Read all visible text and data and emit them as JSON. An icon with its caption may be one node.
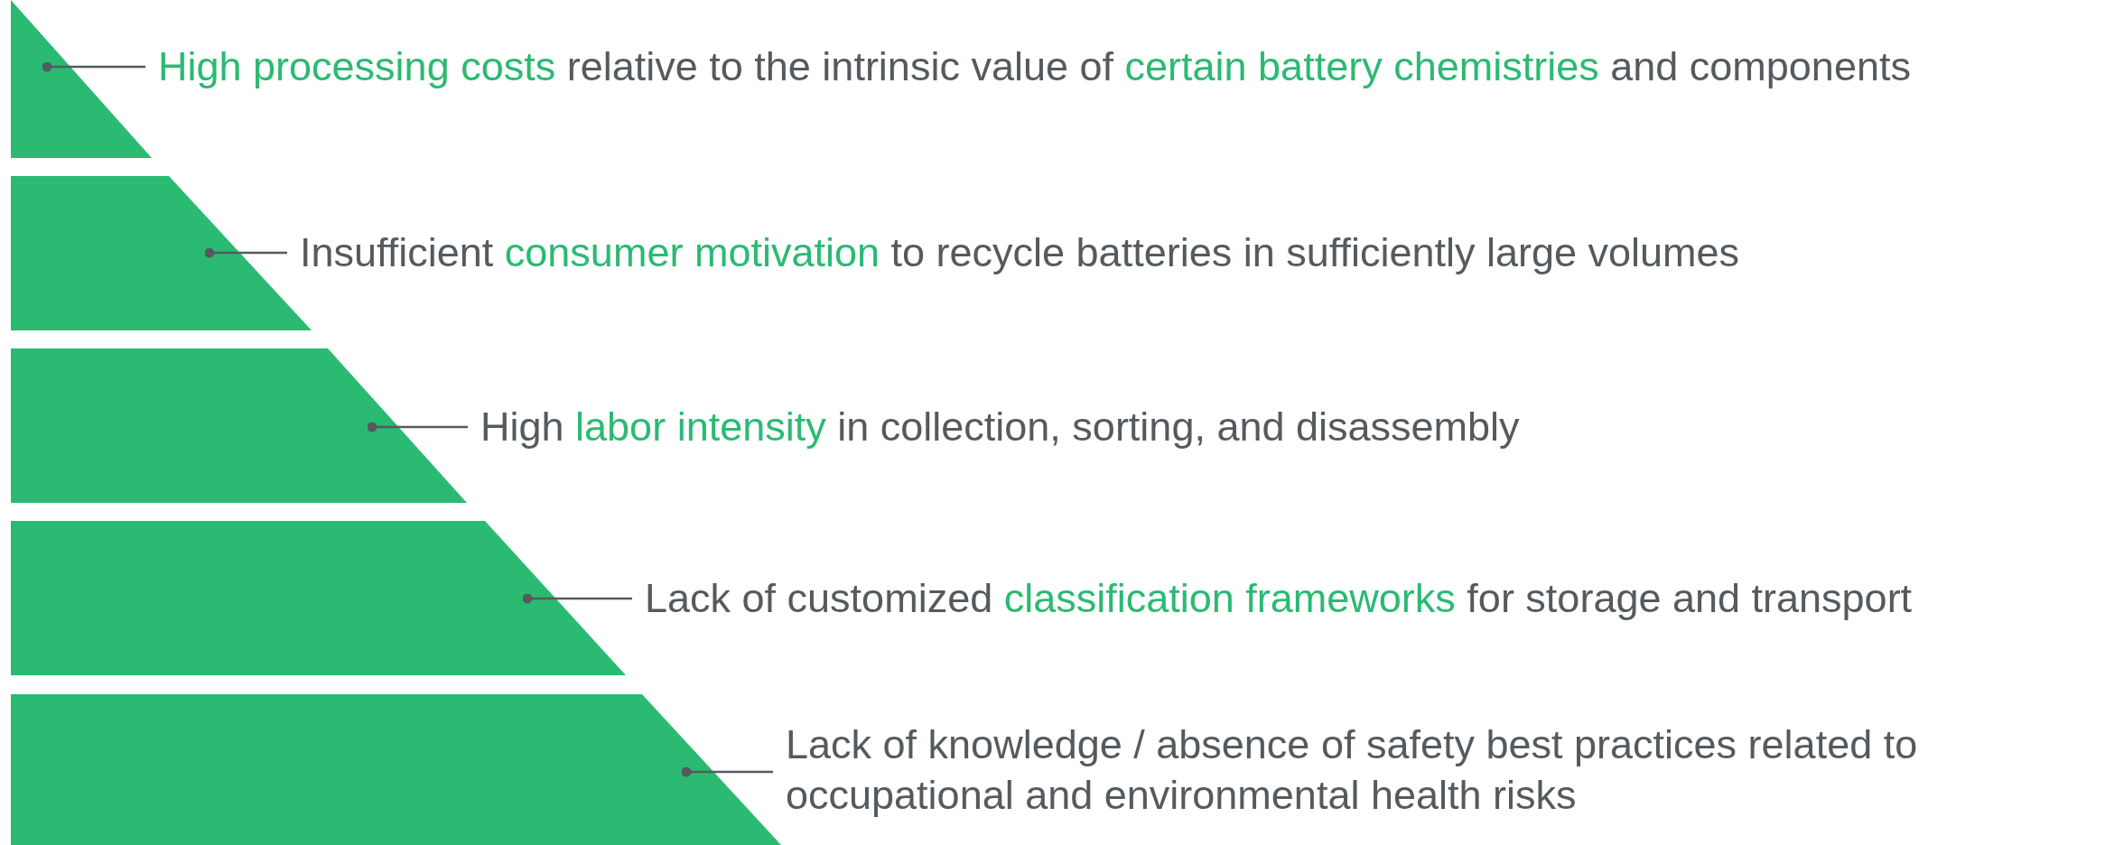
{
  "diagram": {
    "nodes": [
      {
        "text": [],
        "shape": "triangle"
      },
      {
        "text": [
          "**High processing costs** relative to the intrinsic value of **certain battery chemistries** and components"
        ]
      },
      {
        "text": [],
        "shape": "trapezoid"
      },
      {
        "text": [
          "Insufficient **consumer motivation** to recycle batteries in sufficiently large volumes"
        ]
      },
      {
        "text": [],
        "shape": "trapezoid"
      },
      {
        "text": [
          "High **labor intensity** in collection, sorting, and disassembly"
        ]
      },
      {
        "text": [],
        "shape": "trapezoid"
      },
      {
        "text": [
          "Lack of customized **classification frameworks** for storage and transport"
        ]
      },
      {
        "text": [],
        "shape": "trapezoid"
      },
      {
        "text": [
          "Lack of knowledge / absence of safety best practices related to occupational and environmental health risks"
        ]
      }
    ],
    "edges": [
      {
        "from": 1,
        "to": 0,
        "arrow": "other"
      },
      {
        "from": 3,
        "to": 2,
        "arrow": "other"
      },
      {
        "from": 5,
        "to": 4,
        "arrow": "other"
      },
      {
        "from": 7,
        "to": 6,
        "arrow": "other"
      },
      {
        "from": 9,
        "to": 8,
        "arrow": "other"
      }
    ]
  }
}
